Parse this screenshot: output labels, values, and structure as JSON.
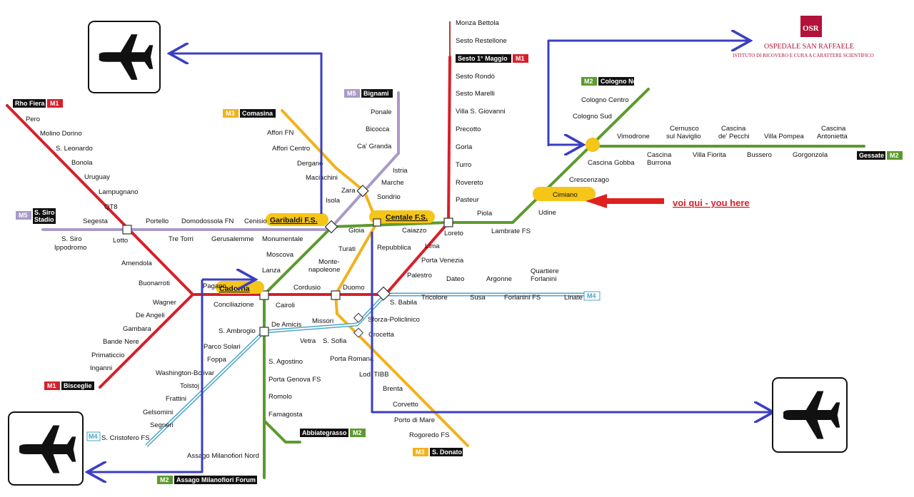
{
  "colors": {
    "m1": "#d6202a",
    "m2": "#5c9a2e",
    "m3": "#f2b21c",
    "m4": "#4aa6c8",
    "m5": "#a99ac9",
    "fs": "#c0392b",
    "arrow_blue": "#3a3ec2",
    "pointer_red": "#e02020",
    "hub_yellow": "#f5c518",
    "hospital": "#b3123a"
  },
  "icons": {
    "airport": "airplane-icon",
    "hospital_logo": "osr-logo-icon"
  },
  "hospital": {
    "logo_text": "OSR",
    "name": "OSPEDALE SAN RAFFAELE",
    "subtitle": "ISTITUTO DI RICOVERO E CURA A CARATTERE SCIENTIFICO"
  },
  "you_here": "voi qui - you here",
  "hubs": {
    "garibaldi": "Garibaldi F.S.",
    "centrale": "Centale F.S.",
    "cadorna": "Cadorna",
    "cimiano": "Cimiano"
  },
  "line_tags": {
    "m1_rho": "M1",
    "m1_sesto": "M1",
    "m1_bisceglie": "M1",
    "m2_cologno": "M2",
    "m2_gessate": "M2",
    "m2_abbiategrasso": "M2",
    "m2_assago": "M2",
    "m3_comasina": "M3",
    "m3_donato": "M3",
    "m4_linate": "M4",
    "m4_cristoforo": "M4",
    "m5_bignami": "M5",
    "m5_siro": "M5"
  },
  "terminals": {
    "rho_fiera": "Rho Fiera",
    "sesto_maggio": "Sesto 1° Maggio",
    "bisceglie": "Bisceglie",
    "cologno_nord": "Cologno Nord",
    "gessate": "Gessate",
    "abbiategrasso": "Abbiategrasso",
    "assago_forum": "Assago Milanofiori Forum",
    "comasina": "Comasina",
    "s_donato": "S. Donato",
    "linate": "Linate",
    "s_cristoforo": "S. Cristofero FS",
    "bignami": "Bignami",
    "s_siro_stadio_1": "S. Siro",
    "s_siro_stadio_2": "Stadio"
  },
  "stations": {
    "monza_bettola": "Monza Bettola",
    "sesto_rondo_fs": "Sesto Restellone",
    "sesto_rondo": "Sesto Rondò",
    "sesto_marelli": "Sesto Marelli",
    "villa_s_giovanni": "Villa S. Giovanni",
    "precotto": "Precotto",
    "gorla": "Gorla",
    "turro": "Turro",
    "rovereto": "Rovereto",
    "pasteur": "Pasteur",
    "pero": "Pero",
    "molino_dorino": "Molino Dorino",
    "s_leonardo": "S. Leonardo",
    "bonola": "Bonola",
    "uruguay": "Uruguay",
    "lampugnano": "Lampugnano",
    "qt8": "QT8",
    "segesta": "Segesta",
    "lotto": "Lotto",
    "portello": "Portello",
    "domodossola": "Domodossola FN",
    "tre_torri": "Tre Torri",
    "gerusalemme": "Gerusalemme",
    "cenisio": "Cenisio",
    "monumentale": "Monumentale",
    "s_siro_ippodromo_1": "S. Siro",
    "s_siro_ippodromo_2": "Ippodromo",
    "amendola": "Amendola",
    "buonarroti": "Buonarroti",
    "wagner": "Wagner",
    "de_angeli": "De Angeli",
    "gambara": "Gambara",
    "bande_nere": "Bande Nere",
    "primaticcio": "Primaticcio",
    "inganni": "Inganni",
    "pagano": "Pagano",
    "conciliazione": "Conciliazione",
    "cairoli": "Cairoli",
    "cordusio": "Cordusio",
    "duomo": "Duomo",
    "s_babila": "S. Babila",
    "palestro": "Palestro",
    "porta_venezia": "Porta Venezia",
    "lima": "Lima",
    "loreto": "Loreto",
    "affori_fn": "Affori FN",
    "affori_centro": "Affori Centro",
    "dergano": "Dergano",
    "maciachini": "Maciachini",
    "isola": "Isola",
    "zara": "Zara",
    "sondrio": "Sondrio",
    "ponale": "Ponale",
    "bicocca": "Bicocca",
    "ca_granda": "Ca' Granda",
    "istria": "Istria",
    "marche": "Marche",
    "gioia": "Gioia",
    "caiazzo": "Caiazzo",
    "turati": "Turati",
    "repubblica": "Repubblica",
    "montenapoleone_1": "Monte-",
    "montenapoleone_2": "napoleone",
    "moscova": "Moscova",
    "lanza": "Lanza",
    "missori": "Missori",
    "crocetta": "Crocetta",
    "porta_romana": "Porta Romana",
    "lodi": "Lodi TIBB",
    "brenta": "Brenta",
    "corvetto": "Corvetto",
    "porto_di_mare": "Porto di Mare",
    "rogoredo": "Rogoredo FS",
    "sforza": "Sforza-Policlinico",
    "de_amicis": "De Amicis",
    "vetra": "Vetra",
    "s_sofia": "S. Sofia",
    "s_ambrogio": "S. Ambrogio",
    "parco_solari": "Parco Solari",
    "foppa": "Foppa",
    "washington": "Washington-Bolivar",
    "tolstoj": "Tolstoj",
    "frattini": "Frattini",
    "gelsomini": "Gelsomini",
    "segneri": "Segneri",
    "tricolore": "Tricolore",
    "dateo": "Dateo",
    "susa": "Susa",
    "argonne": "Argonne",
    "forlanini": "Forlanini FS",
    "quartiere_forlanini_1": "Quartiere",
    "quartiere_forlanini_2": "Forlanini",
    "s_agostino": "S. Agostino",
    "porta_genova": "Porta Genova FS",
    "romolo": "Romolo",
    "famagosta": "Famagosta",
    "assago_nord": "Assago Milanofiori Nord",
    "piola": "Piola",
    "lambrate": "Lambrate FS",
    "udine": "Udine",
    "crescenzago": "Crescenzago",
    "cascina_gobba": "Cascina Gobba",
    "cologno_centro": "Cologno Centro",
    "cologno_sud": "Cologno Sud",
    "vimodrone": "Vimodrone",
    "cascina_burrona_1": "Cascina",
    "cascina_burrona_2": "Burrona",
    "cernusco_1": "Cernusco",
    "cernusco_2": "sul Naviglio",
    "villa_fiorita": "Villa Fiorita",
    "cascina_pecchi_1": "Cascina",
    "cascina_pecchi_2": "de' Pecchi",
    "bussero": "Bussero",
    "villa_pompea": "Villa Pompea",
    "gorgonzola": "Gorgonzola",
    "cascina_antonietta_1": "Cascina",
    "cascina_antonietta_2": "Antonietta"
  }
}
